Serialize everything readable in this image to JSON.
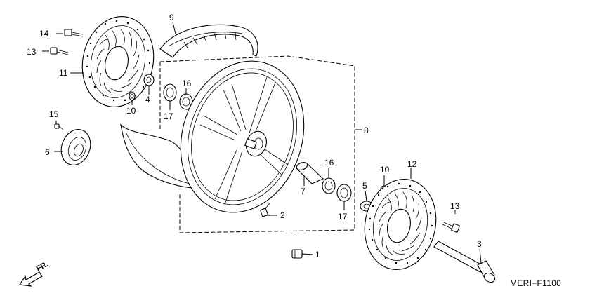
{
  "diagram": {
    "drawing_code": "MERI−F1100",
    "direction_label": "FR.",
    "callouts": {
      "c1": "1",
      "c2": "2",
      "c3": "3",
      "c4": "4",
      "c5": "5",
      "c6": "6",
      "c7": "7",
      "c8": "8",
      "c9": "9",
      "c10a": "10",
      "c10b": "10",
      "c11": "11",
      "c12": "12",
      "c13a": "13",
      "c13b": "13",
      "c14": "14",
      "c15": "15",
      "c16a": "16",
      "c16b": "16",
      "c17a": "17",
      "c17b": "17"
    }
  }
}
